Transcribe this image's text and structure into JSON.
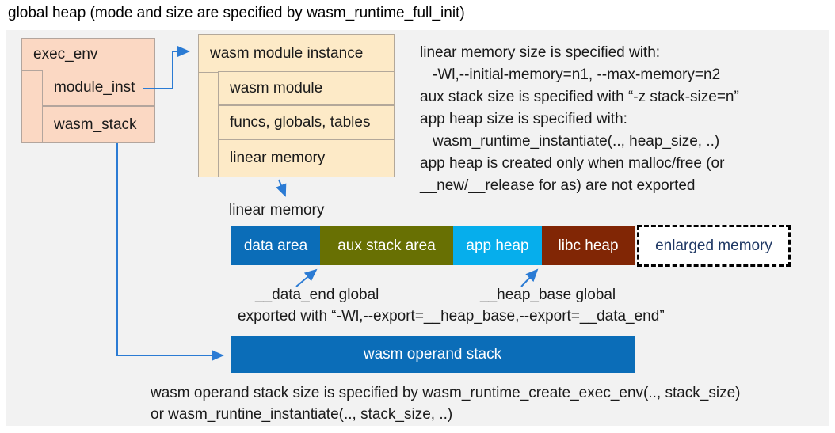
{
  "title": "global heap (mode and size are specified by wasm_runtime_full_init)",
  "exec_env": {
    "label": "exec_env",
    "children": [
      "module_inst",
      "wasm_stack"
    ]
  },
  "module_instance": {
    "label": "wasm module instance",
    "children": [
      "wasm module",
      "funcs, globals, tables",
      "linear memory"
    ]
  },
  "notes": {
    "lines": [
      "linear memory size is specified with:",
      "-Wl,--initial-memory=n1, --max-memory=n2",
      "aux stack size is specified with “-z stack-size=n”",
      "app heap size is specified with:",
      "wasm_runtime_instantiate(.., heap_size, ..)",
      "app heap is created only when malloc/free (or",
      "__new/__release for as) are not exported"
    ]
  },
  "linear_memory": {
    "label": "linear memory",
    "segments": [
      {
        "label": "data area",
        "color": "#0b6db8"
      },
      {
        "label": "aux stack area",
        "color": "#687003"
      },
      {
        "label": "app heap",
        "color": "#06aeec"
      },
      {
        "label": "libc heap",
        "color": "#812605"
      },
      {
        "label": "enlarged memory",
        "color": "#ffffff"
      }
    ],
    "data_end_label": "__data_end global",
    "heap_base_label": "__heap_base global",
    "export_note": "exported with “-Wl,--export=__heap_base,--export=__data_end”"
  },
  "operand_stack": {
    "label": "wasm operand stack",
    "note_lines": [
      "wasm operand stack size is specified by wasm_runtime_create_exec_env(.., stack_size)",
      "or wasm_runtine_instantiate(.., stack_size, ..)"
    ]
  },
  "colors": {
    "panel_bg": "#f2f2f2",
    "exec_box_fill": "#fbd8c3",
    "module_box_fill": "#fdeac7",
    "data_area": "#0b6db8",
    "aux_stack_area": "#687003",
    "app_heap": "#06aeec",
    "libc_heap": "#812605",
    "operand_stack_bar": "#0b6db8",
    "enlarged_memory_text": "#1f3864",
    "arrow": "#2b7bd4"
  }
}
